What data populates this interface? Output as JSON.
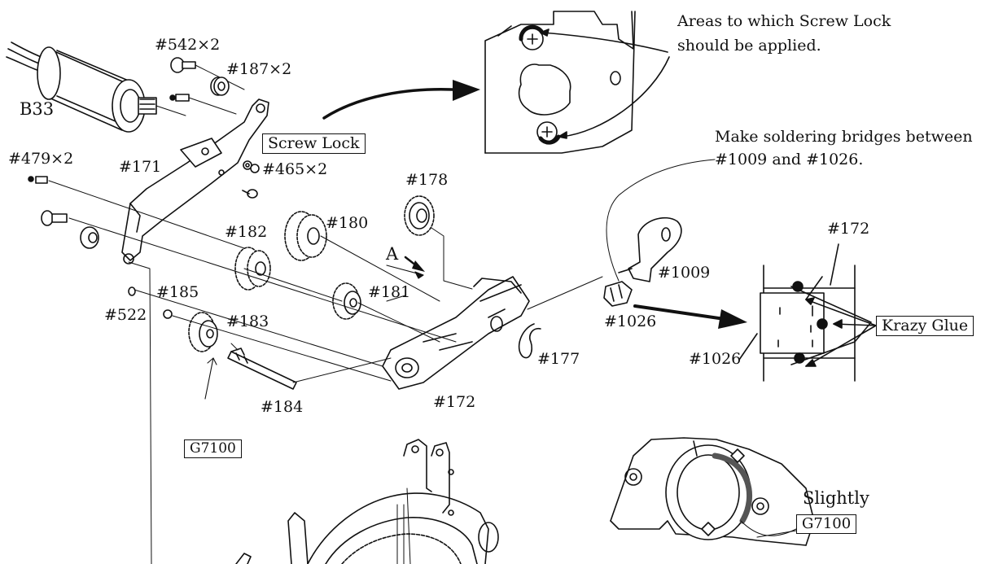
{
  "notes": {
    "screw_lock_line1": "Areas to which Screw Lock",
    "screw_lock_line2": "should be applied.",
    "solder_line1": "Make soldering bridges between",
    "solder_line2": "#1009 and #1026."
  },
  "boxed_labels": {
    "screw_lock": "Screw Lock",
    "g7100_main": "G7100",
    "krazy_glue": "Krazy Glue",
    "g7100_detail": "G7100"
  },
  "labels": {
    "p542": "#542×2",
    "p187": "#187×2",
    "b33": "B33",
    "p479": "#479×2",
    "p171": "#171",
    "p465": "#465×2",
    "p178": "#178",
    "p180": "#180",
    "p182": "#182",
    "arrow_a": "A",
    "p181": "#181",
    "p185": "#185",
    "p522": "#522",
    "p183": "#183",
    "p184": "#184",
    "p172_main": "#172",
    "p177": "#177",
    "p1009": "#1009",
    "p1026_main": "#1026",
    "p172_detail": "#172",
    "p1026_detail": "#1026",
    "slightly": "Slightly"
  }
}
